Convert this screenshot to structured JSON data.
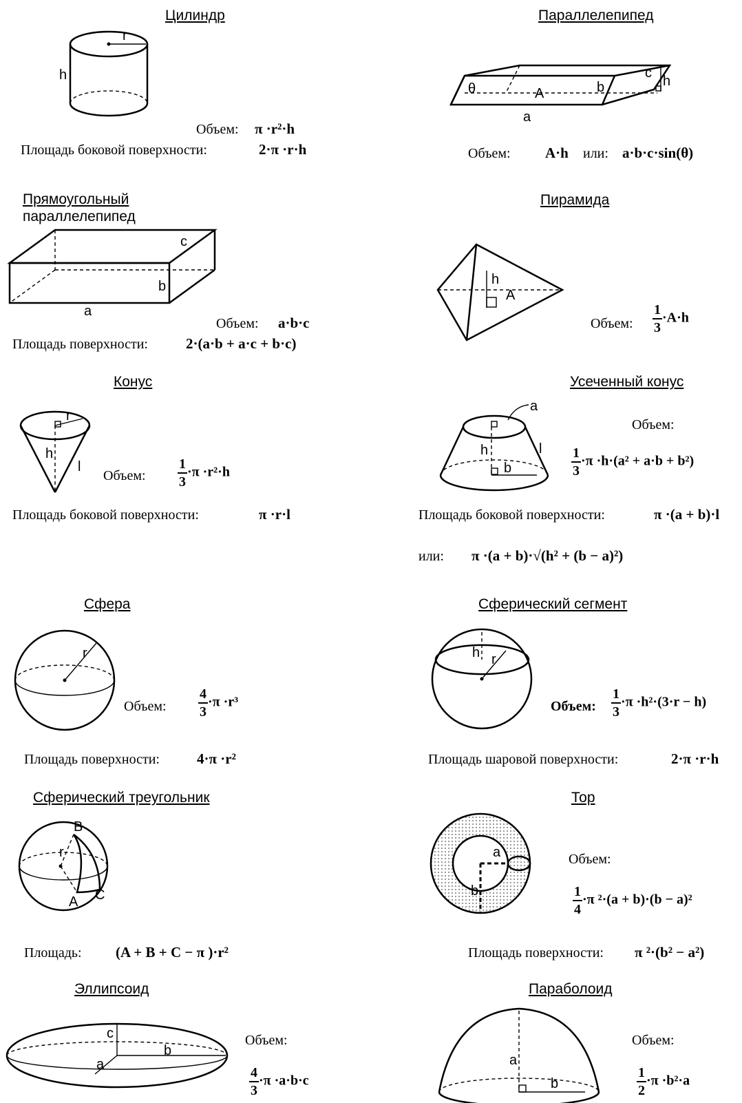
{
  "labels": {
    "volume": "Объем:",
    "lateral": "Площадь боковой поверхности:",
    "surface": "Площадь поверхности:",
    "spherical_surface": "Площадь шаровой поверхности:",
    "area": "Площадь:",
    "or": "или:"
  },
  "cylinder": {
    "title": "Цилиндр",
    "vol": "π ·r²·h",
    "lat": "2·π ·r·h"
  },
  "parallelepiped": {
    "title": "Параллелепипед",
    "vol": "A·h",
    "vol2": "a·b·c·sin(θ)"
  },
  "rect_box": {
    "title": "Прямоугольный",
    "title2": "параллелепипед",
    "vol": "a·b·c",
    "surf": "2·(a·b + a·c + b·c)"
  },
  "pyramid": {
    "title": "Пирамида",
    "num": "1",
    "den": "3",
    "vol": "·A·h"
  },
  "cone": {
    "title": "Конус",
    "num": "1",
    "den": "3",
    "vol": "·π ·r²·h",
    "lat": "π ·r·l"
  },
  "frustum": {
    "title": "Усеченный конус",
    "num": "1",
    "den": "3",
    "vol": "·π ·h·(a² + a·b + b²)",
    "lat": "π ·(a + b)·l",
    "lat2": "π ·(a + b)·√(h² + (b − a)²)"
  },
  "sphere": {
    "title": "Сфера",
    "num": "4",
    "den": "3",
    "vol": "·π ·r³",
    "surf": "4·π ·r²"
  },
  "sph_segment": {
    "title": "Сферический сегмент",
    "num": "1",
    "den": "3",
    "vol": "·π ·h²·(3·r − h)",
    "surf": "2·π ·r·h"
  },
  "sph_triangle": {
    "title": "Сферический треугольник",
    "area": "(A + B + C − π )·r²"
  },
  "torus": {
    "title": "Тор",
    "num": "1",
    "den": "4",
    "vol": "·π ²·(a + b)·(b − a)²",
    "surf": "π ²·(b² − a²)"
  },
  "ellipsoid": {
    "title": "Эллипсоид",
    "num": "4",
    "den": "3",
    "vol": "·π ·a·b·c"
  },
  "paraboloid": {
    "title": "Параболоид",
    "num": "1",
    "den": "2",
    "vol": "·π ·b²·a"
  }
}
